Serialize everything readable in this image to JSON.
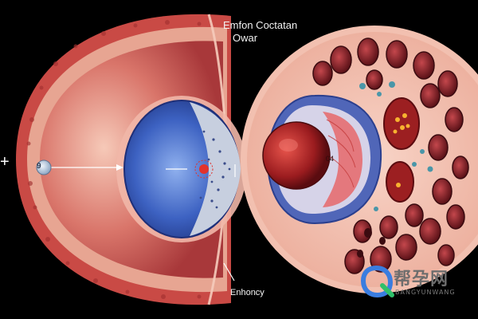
{
  "labels": {
    "title_line_1": "Emfon Coctatan",
    "title_line_2": "Owar",
    "bottom": "Enhoncy",
    "marker": "9",
    "inner": "04",
    "plus": "+"
  },
  "watermark": {
    "cn": "帮孕网",
    "en": "BANGYUNWANG"
  },
  "colors": {
    "background": "#000000",
    "tissue_red": "#c9504a",
    "tissue_pink": "#f2b9a8",
    "blue_ring": "#3b5fb8",
    "dark_red": "#8a1c1c"
  }
}
